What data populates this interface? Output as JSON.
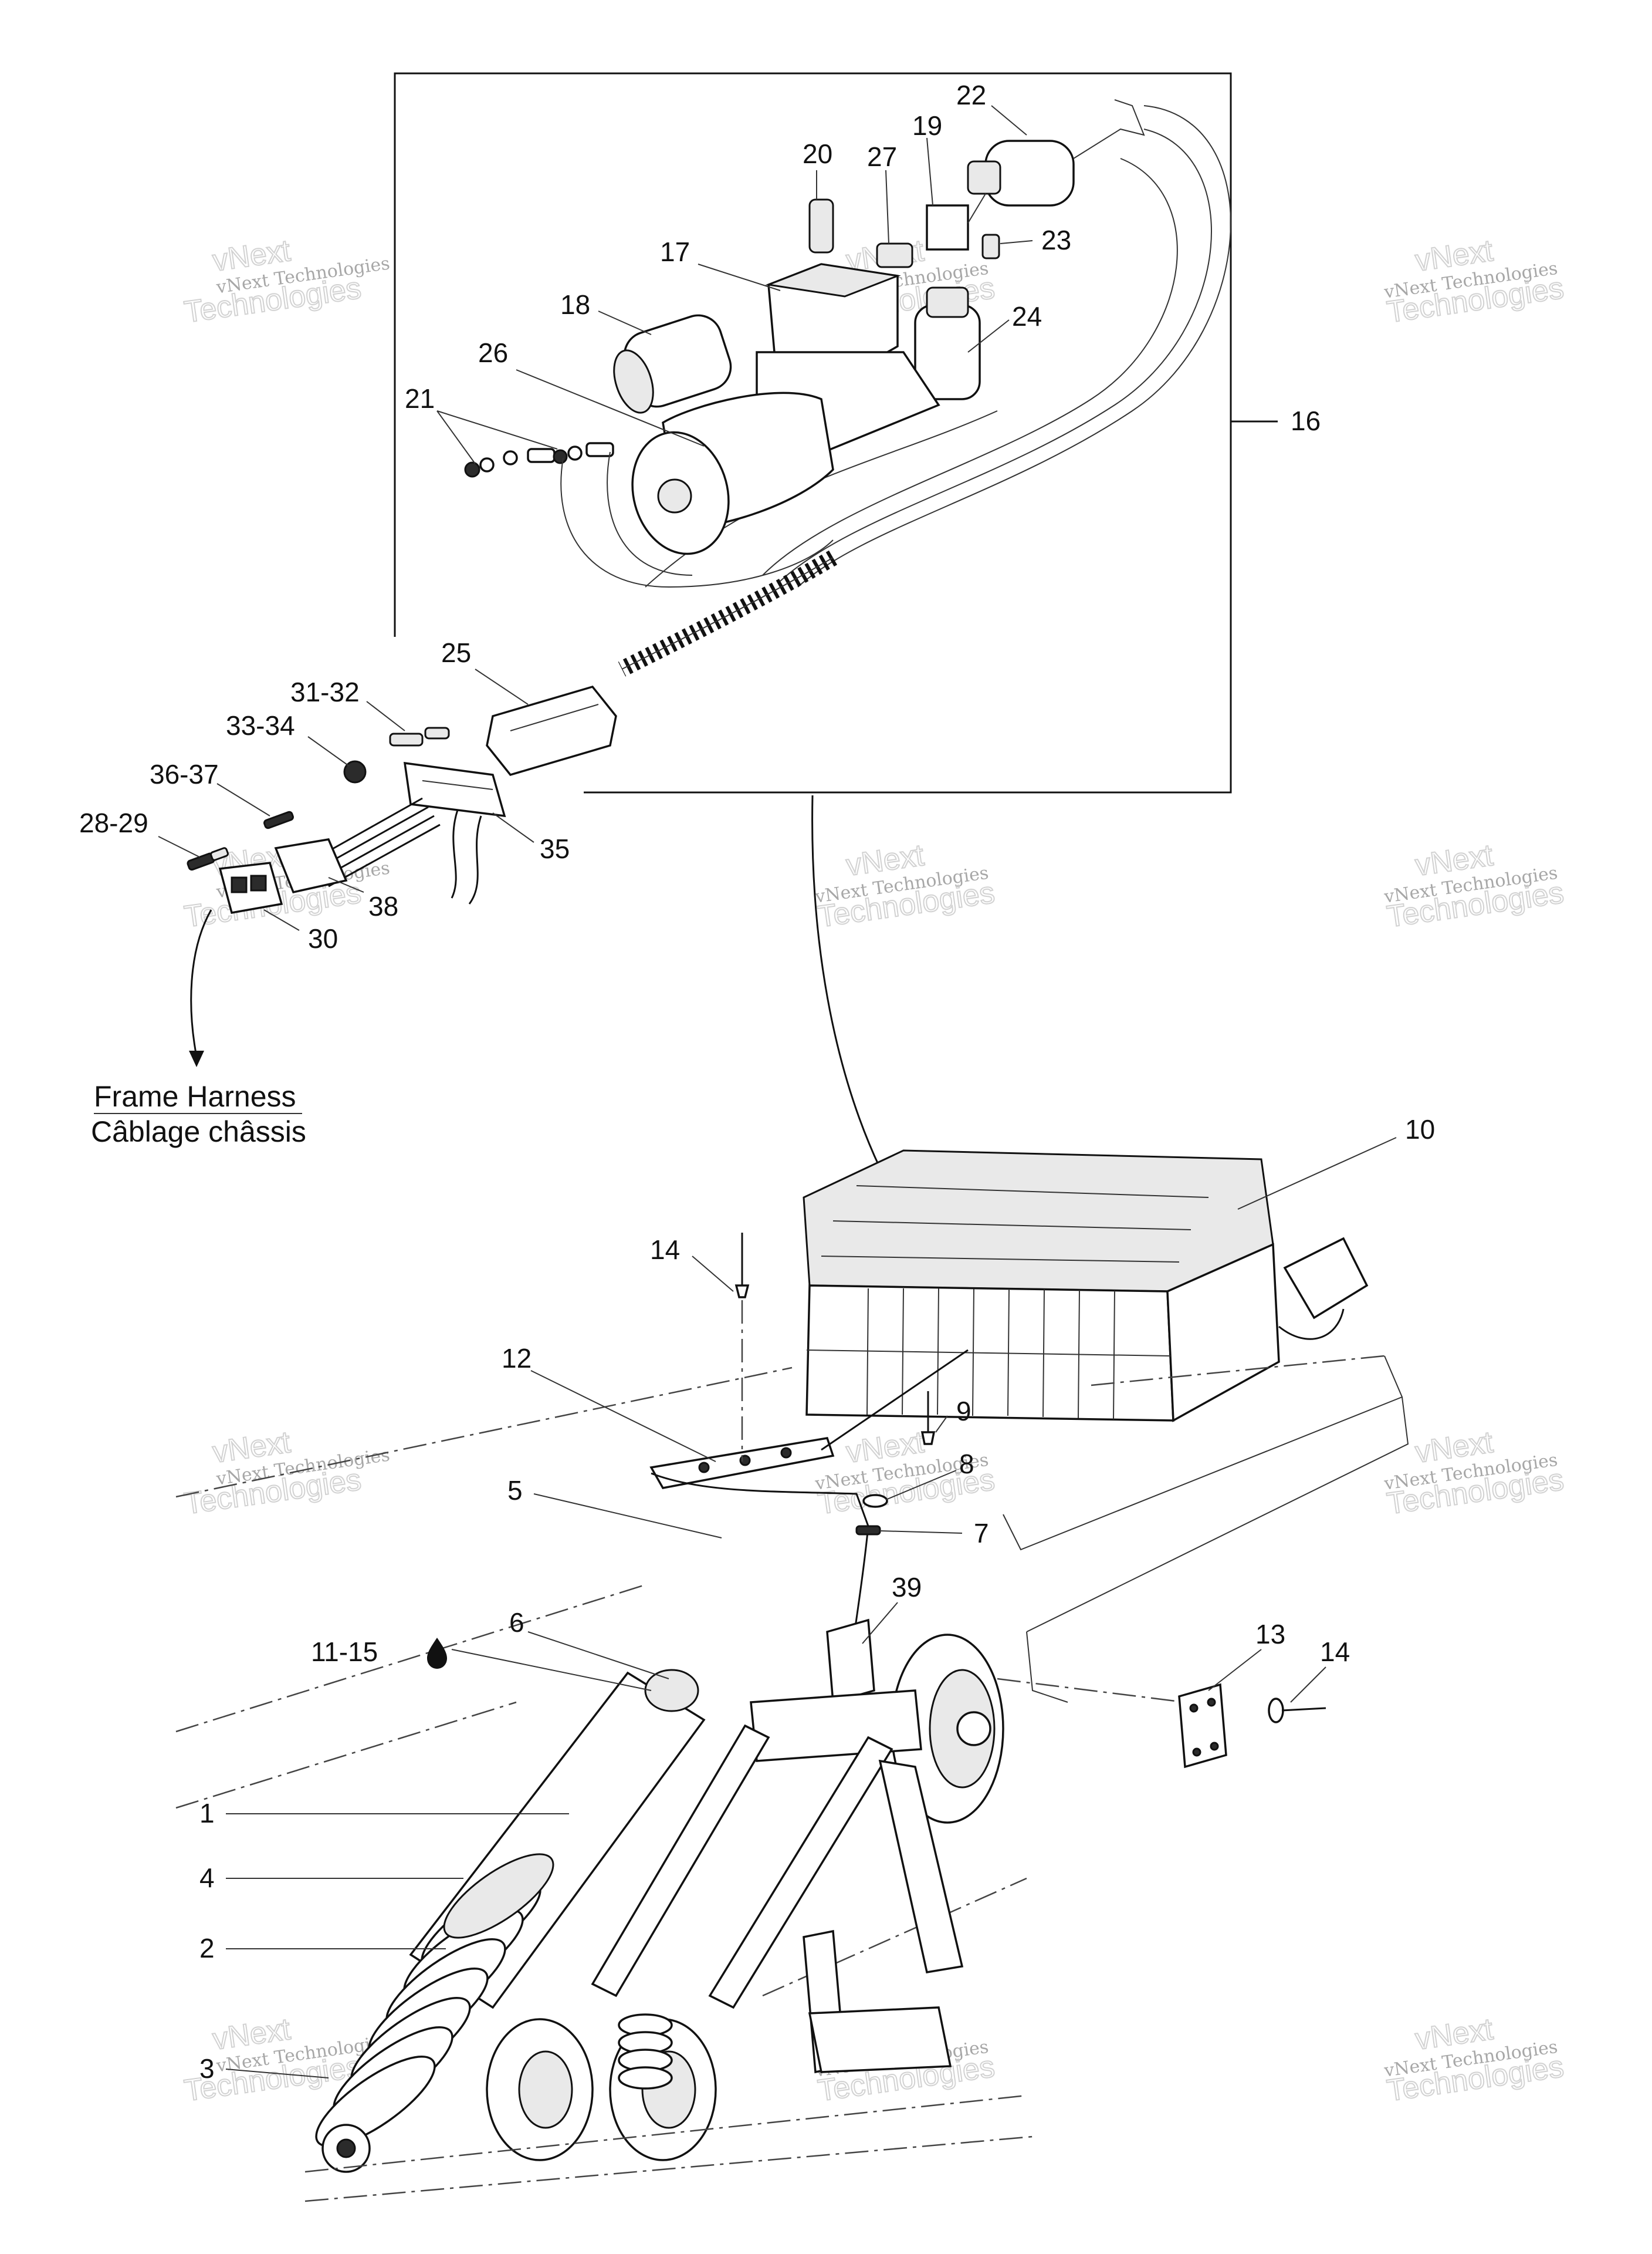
{
  "diagram": {
    "callouts": {
      "c1": "1",
      "c2": "2",
      "c3": "3",
      "c4": "4",
      "c5": "5",
      "c6": "6",
      "c7": "7",
      "c8": "8",
      "c9": "9",
      "c10": "10",
      "c11_15": "11-15",
      "c12": "12",
      "c13": "13",
      "c14a": "14",
      "c14b": "14",
      "c16": "16",
      "c17": "17",
      "c18": "18",
      "c19": "19",
      "c20": "20",
      "c21": "21",
      "c22": "22",
      "c23": "23",
      "c24": "24",
      "c25": "25",
      "c26": "26",
      "c27": "27",
      "c28_29": "28-29",
      "c30": "30",
      "c31_32": "31-32",
      "c33_34": "33-34",
      "c35": "35",
      "c36_37": "36-37",
      "c38": "38",
      "c39": "39"
    },
    "connector_label": {
      "english": "Frame Harness",
      "french": "Câblage châssis"
    },
    "watermark": {
      "line1": "vNext Technologies",
      "line2": "vNext",
      "line3": "Technologies"
    }
  }
}
